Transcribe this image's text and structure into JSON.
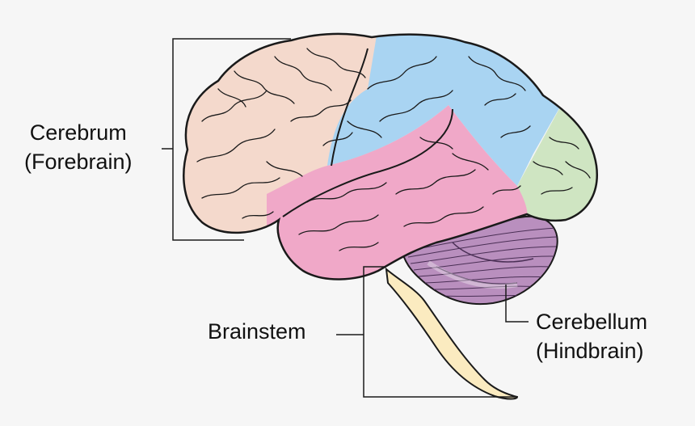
{
  "labels": {
    "cerebrum": {
      "line1": "Cerebrum",
      "line2": "(Forebrain)"
    },
    "brainstem": {
      "line1": "Brainstem"
    },
    "cerebellum": {
      "line1": "Cerebellum",
      "line2": "(Hindbrain)"
    }
  },
  "colors": {
    "background": "#f6f6f6",
    "frontal_lobe": "#f4d9cc",
    "parietal_lobe": "#a9d4f2",
    "temporal_lobe": "#f0a8c8",
    "occipital_lobe": "#cfe5c2",
    "cerebellum": "#b98fbe",
    "brainstem": "#fbebc0",
    "outline": "#1a1a1a"
  }
}
